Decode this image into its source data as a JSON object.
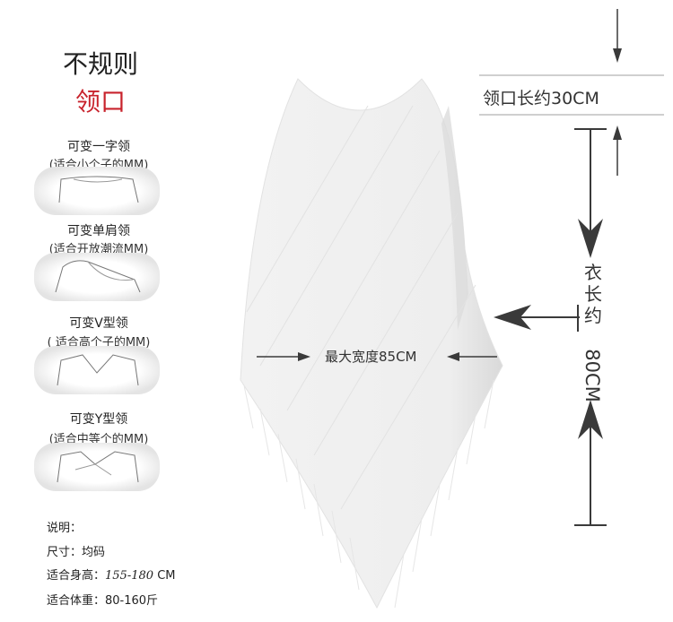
{
  "heading": {
    "line1": "不规则",
    "line2": "领口"
  },
  "neck_styles": [
    {
      "name": "可变一字领",
      "note": "(适合小个子的MM)"
    },
    {
      "name": "可变单肩领",
      "note": "(适合开放潮流MM)"
    },
    {
      "name": "可变V型领",
      "note": "( 适合高个子的MM)"
    },
    {
      "name": "可变Y型领",
      "note": "(适合中等个的MM)"
    }
  ],
  "notes": {
    "title": "说明：",
    "size": "尺寸：均码",
    "height_label": "适合身高：",
    "height_value": "155-180",
    "height_unit": "CM",
    "weight": "适合体重：80-160斤"
  },
  "dimensions": {
    "neck": "领口长约30CM",
    "width": "最大宽度85CM",
    "length_chars": [
      "衣",
      "长",
      "约"
    ],
    "length_value": "80CM"
  },
  "colors": {
    "accent": "#c8232c",
    "garment": "#f0f0f0",
    "arrow": "#3a3a3a"
  }
}
